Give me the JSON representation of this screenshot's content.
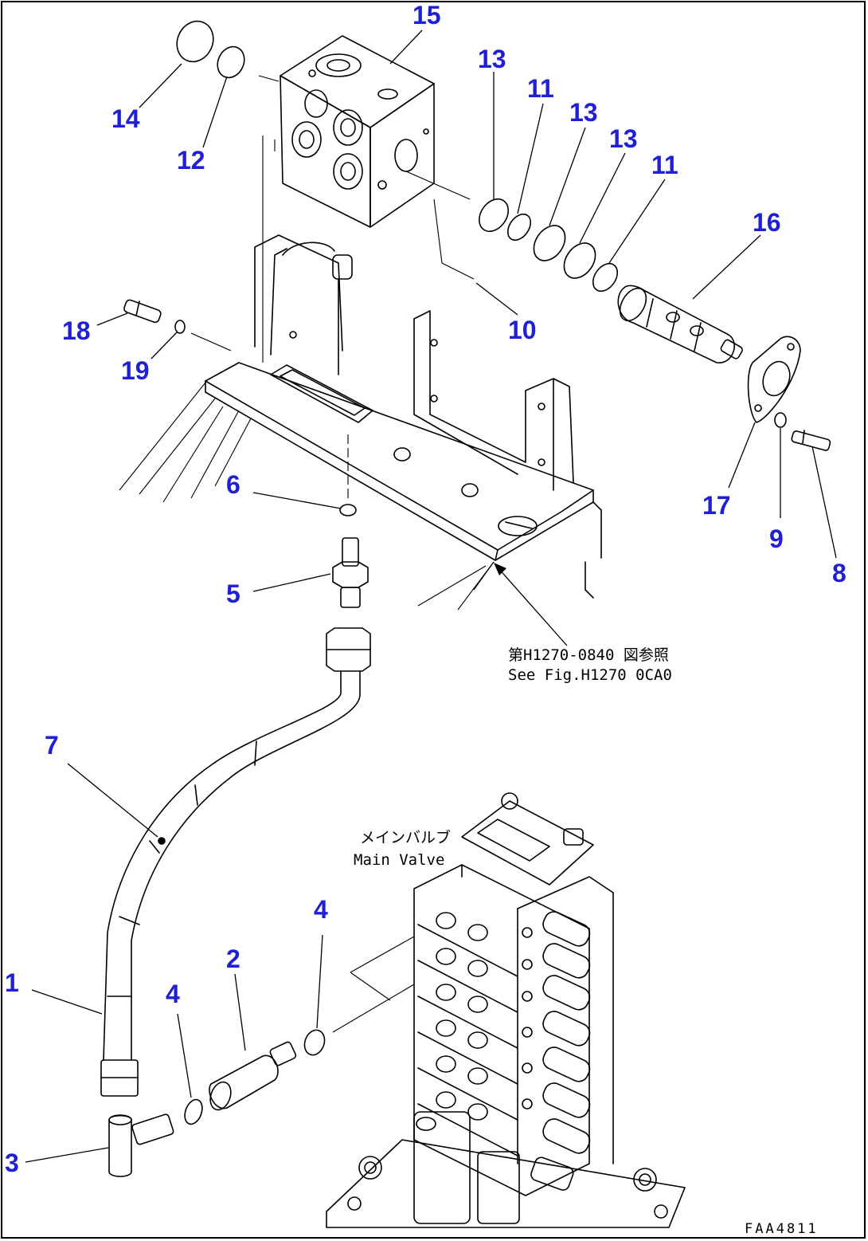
{
  "callouts": [
    {
      "id": "1"
    },
    {
      "id": "2"
    },
    {
      "id": "3"
    },
    {
      "id": "4a",
      "label": "4"
    },
    {
      "id": "4b",
      "label": "4"
    },
    {
      "id": "5"
    },
    {
      "id": "6"
    },
    {
      "id": "7"
    },
    {
      "id": "8"
    },
    {
      "id": "9"
    },
    {
      "id": "10"
    },
    {
      "id": "11a",
      "label": "11"
    },
    {
      "id": "11b",
      "label": "11"
    },
    {
      "id": "12"
    },
    {
      "id": "13a",
      "label": "13"
    },
    {
      "id": "13b",
      "label": "13"
    },
    {
      "id": "13c",
      "label": "13"
    },
    {
      "id": "14"
    },
    {
      "id": "15"
    },
    {
      "id": "16"
    },
    {
      "id": "17"
    },
    {
      "id": "18"
    },
    {
      "id": "19"
    }
  ],
  "labels": {
    "1": "1",
    "2": "2",
    "3": "3",
    "4a": "4",
    "4b": "4",
    "5": "5",
    "6": "6",
    "7": "7",
    "8": "8",
    "9": "9",
    "10": "10",
    "11a": "11",
    "11b": "11",
    "12": "12",
    "13a": "13",
    "13b": "13",
    "13c": "13",
    "14": "14",
    "15": "15",
    "16": "16",
    "17": "17",
    "18": "18",
    "19": "19"
  },
  "reference_note": {
    "japanese": "第H1270-0840 図参照",
    "english": "See Fig.H1270 0CA0"
  },
  "main_valve_label": {
    "japanese": "メインバルブ",
    "english": "Main Valve"
  },
  "drawing_code": "FAA4811",
  "colors": {
    "callout": "#1f1fd6",
    "line": "#000000",
    "background": "#ffffff"
  }
}
